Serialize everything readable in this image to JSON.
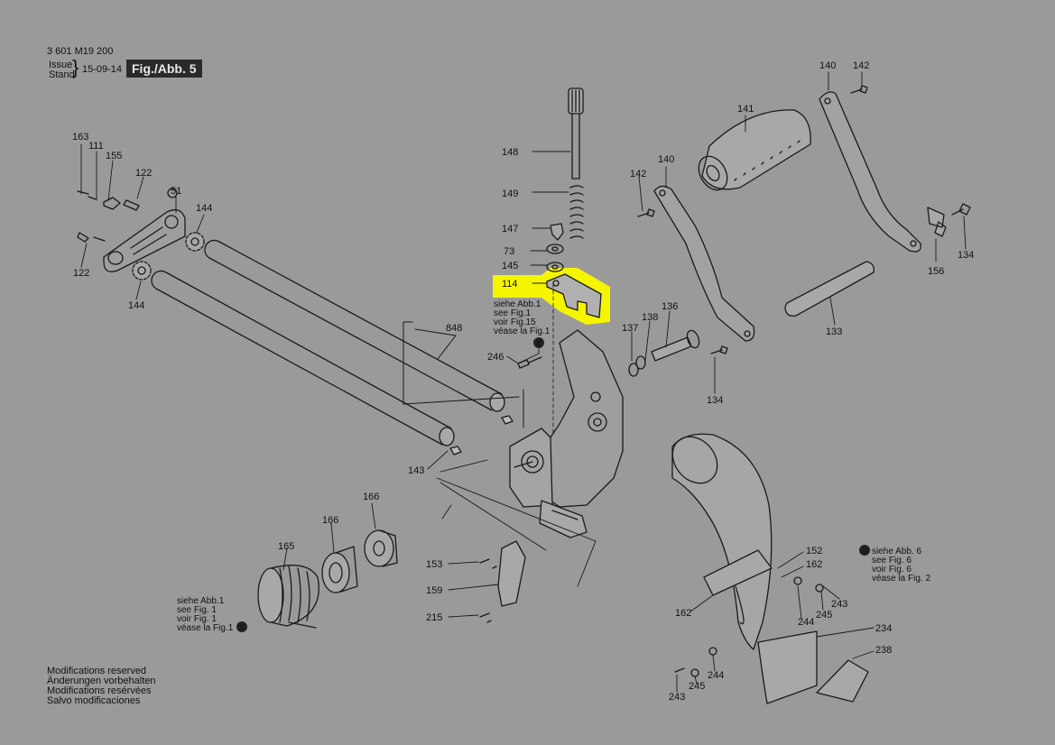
{
  "header": {
    "doc_number": "3 601 M19 200",
    "issue_label": "Issue",
    "stand_label": "Stand",
    "date": "15-09-14",
    "figure_label": "Fig./Abb. 5"
  },
  "highlight_color": "#f5f500",
  "part_labels": {
    "p163": "163",
    "p111": "111",
    "p155": "155",
    "p122a": "122",
    "p51": "51",
    "p144a": "144",
    "p122b": "122",
    "p144b": "144",
    "p148": "148",
    "p149": "149",
    "p147": "147",
    "p73": "73",
    "p145": "145",
    "p114": "114",
    "p848": "848",
    "p246": "246",
    "p143": "143",
    "p166a": "166",
    "p166b": "166",
    "p165": "165",
    "p153": "153",
    "p159": "159",
    "p215": "215",
    "p140a": "140",
    "p142a": "142",
    "p141": "141",
    "p142b": "142",
    "p140b": "140",
    "p156": "156",
    "p134a": "134",
    "p133": "133",
    "p136": "136",
    "p138": "138",
    "p137": "137",
    "p134b": "134",
    "p152": "152",
    "p162a": "162",
    "p162b": "162",
    "p243a": "243",
    "p244a": "244",
    "p245a": "245",
    "p234": "234",
    "p238": "238",
    "p244b": "244",
    "p245b": "245",
    "p243b": "243"
  },
  "references": {
    "z": {
      "marker": "Z",
      "lines": [
        "siehe Abb.1",
        "see Fig.1",
        "voir Fig.15",
        "véase la Fig.1"
      ]
    },
    "x": {
      "marker": "X",
      "lines": [
        "siehe Abb.1",
        "see Fig. 1",
        "voir Fig. 1",
        "véase la Fig.1"
      ]
    },
    "u": {
      "marker": "U",
      "lines": [
        "siehe Abb. 6",
        "see Fig. 6",
        "voir Fig. 6",
        "véase la Fig. 2"
      ]
    }
  },
  "footer": {
    "lines": [
      "Modifications reserved",
      "Änderungen vorbehalten",
      "Modifications resérvées",
      "Salvo modificaciones"
    ]
  }
}
